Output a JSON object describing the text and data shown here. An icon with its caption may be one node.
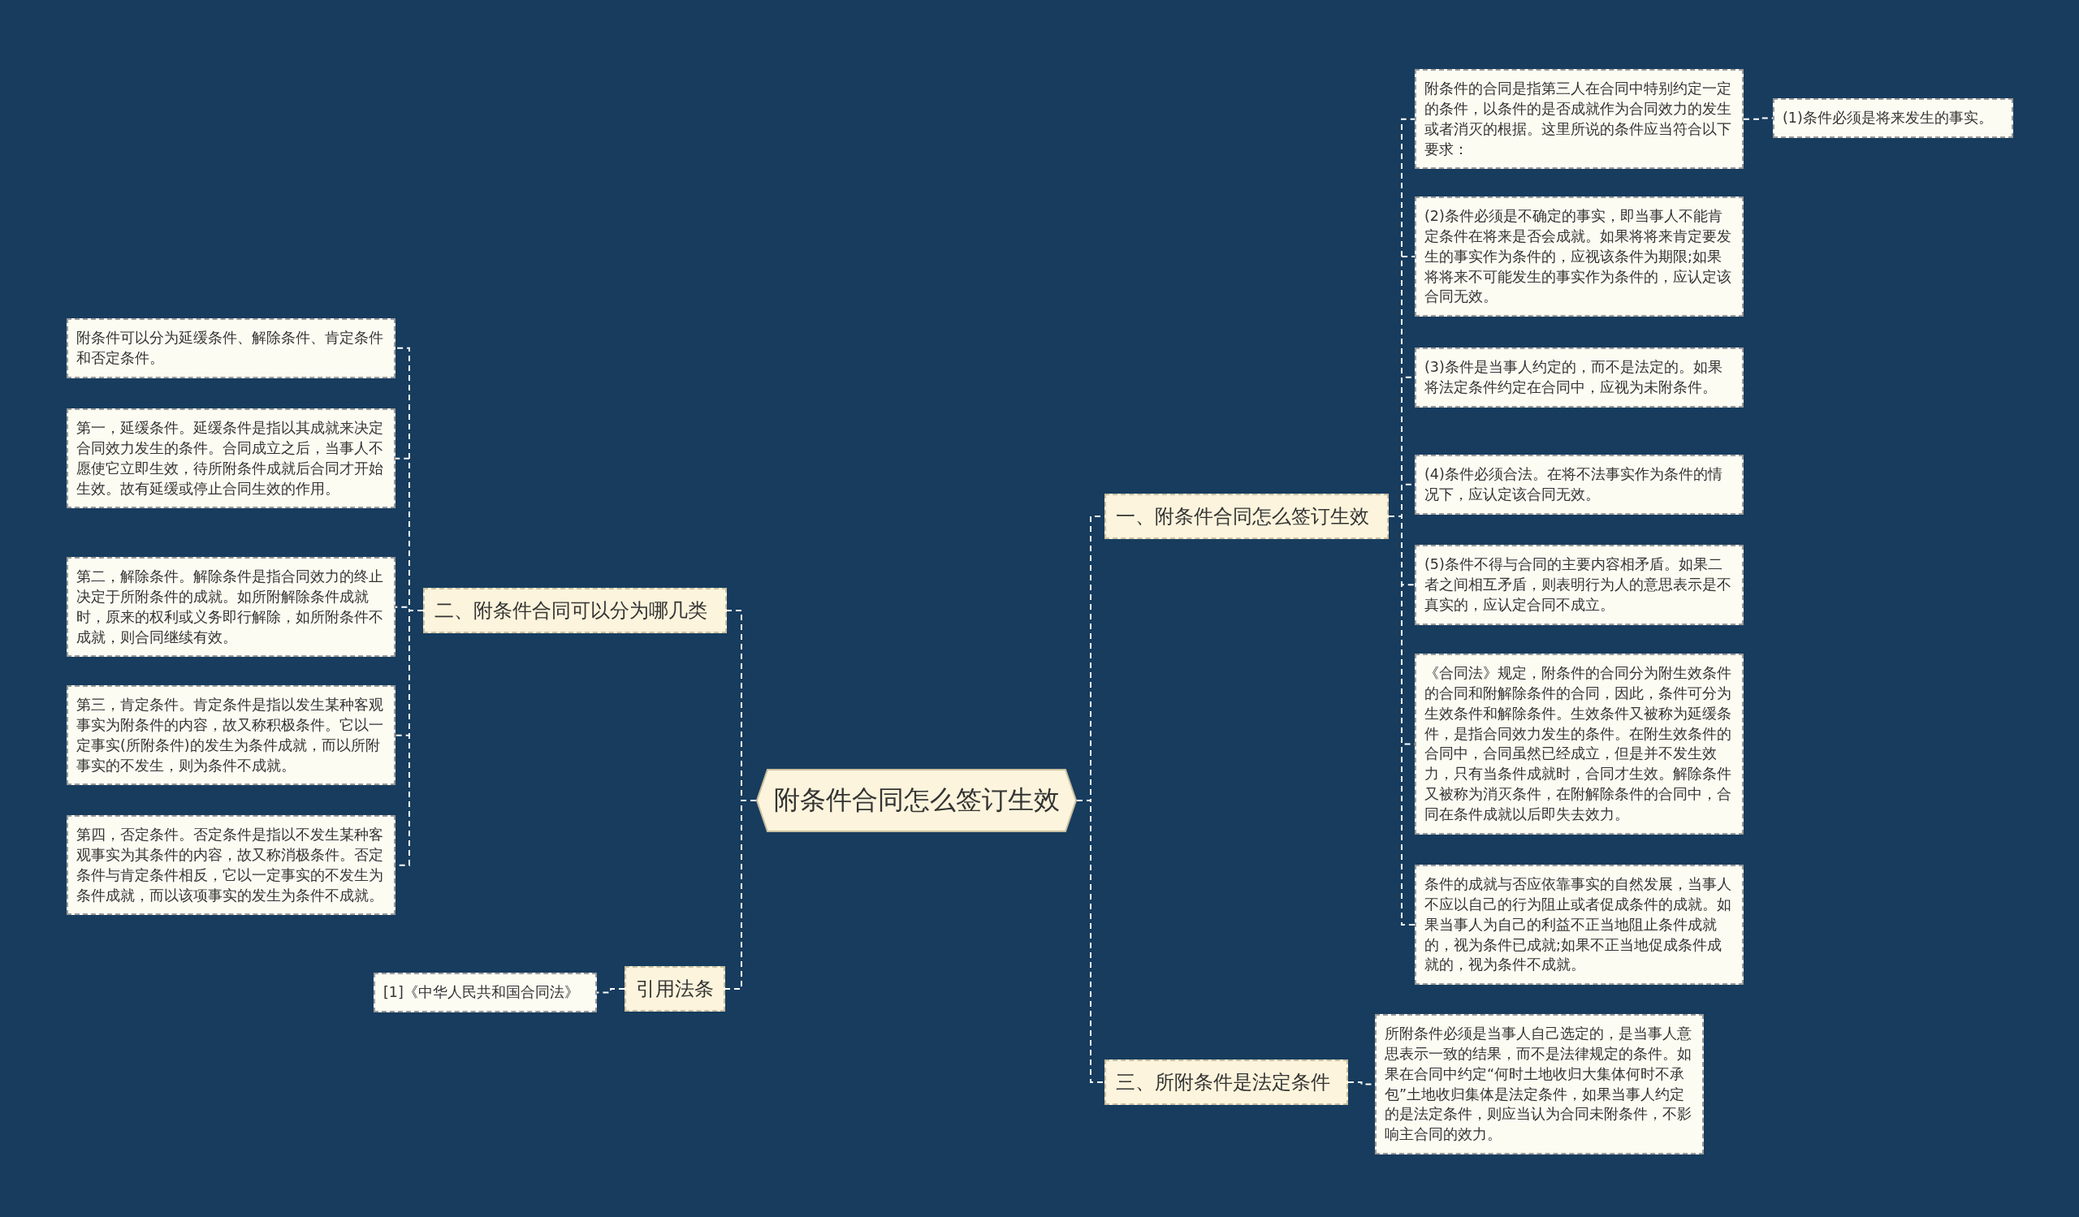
{
  "diagram": {
    "nodes": [
      {
        "text": [
          "附条件合同怎么签订生效"
        ]
      },
      {
        "text": [
          "一、附条件合同怎么签订生效"
        ]
      },
      {
        "text": [
          "附条件的合同是指第三人在合同中特别约定一定的条件，以条件的是否成就作为合同效力的发生或者消灭的根据。这里所说的条件应当符合以下要求："
        ]
      },
      {
        "text": [
          "(1)条件必须是将来发生的事实。"
        ]
      },
      {
        "text": [
          "(2)条件必须是不确定的事实，即当事人不能肯定条件在将来是否会成就。如果将将来肯定要发生的事实作为条件的，应视该条件为期限;如果将将来不可能发生的事实作为条件的，应认定该合同无效。"
        ]
      },
      {
        "text": [
          "(3)条件是当事人约定的，而不是法定的。如果将法定条件约定在合同中，应视为未附条件。"
        ]
      },
      {
        "text": [
          "(4)条件必须合法。在将不法事实作为条件的情况下，应认定该合同无效。"
        ]
      },
      {
        "text": [
          "(5)条件不得与合同的主要内容相矛盾。如果二者之间相互矛盾，则表明行为人的意思表示是不真实的，应认定合同不成立。"
        ]
      },
      {
        "text": [
          "《合同法》规定，附条件的合同分为附生效条件的合同和附解除条件的合同，因此，条件可分为生效条件和解除条件。生效条件又被称为延缓条件，是指合同效力发生的条件。在附生效条件的合同中，合同虽然已经成立，但是并不发生效力，只有当条件成就时，合同才生效。解除条件又被称为消灭条件，在附解除条件的合同中，合同在条件成就以后即失去效力。"
        ]
      },
      {
        "text": [
          "条件的成就与否应依靠事实的自然发展，当事人不应以自己的行为阻止或者促成条件的成就。如果当事人为自己的利益不正当地阻止条件成就的，视为条件已成就;如果不正当地促成条件成就的，视为条件不成就。"
        ]
      },
      {
        "text": [
          "三、所附条件是法定条件"
        ]
      },
      {
        "text": [
          "所附条件必须是当事人自己选定的，是当事人意思表示一致的结果，而不是法律规定的条件。如果在合同中约定“何时土地收归大集体何时不承包”土地收归集体是法定条件，如果当事人约定的是法定条件，则应当认为合同未附条件，不影响主合同的效力。"
        ]
      },
      {
        "text": [
          "二、附条件合同可以分为哪几类"
        ]
      },
      {
        "text": [
          "附条件可以分为延缓条件、解除条件、肯定条件和否定条件。"
        ]
      },
      {
        "text": [
          "第一，延缓条件。延缓条件是指以其成就来决定合同效力发生的条件。合同成立之后，当事人不愿使它立即生效，待所附条件成就后合同才开始生效。故有延缓或停止合同生效的作用。"
        ]
      },
      {
        "text": [
          "第二，解除条件。解除条件是指合同效力的终止决定于所附条件的成就。如所附解除条件成就时，原来的权利或义务即行解除，如所附条件不成就，则合同继续有效。"
        ]
      },
      {
        "text": [
          "第三，肯定条件。肯定条件是指以发生某种客观事实为附条件的内容，故又称积极条件。它以一定事实(所附条件)的发生为条件成就，而以所附事实的不发生，则为条件不成就。"
        ]
      },
      {
        "text": [
          "第四，否定条件。否定条件是指以不发生某种客观事实为其条件的内容，故又称消极条件。否定条件与肯定条件相反，它以一定事实的不发生为条件成就，而以该项事实的发生为条件不成就。"
        ]
      },
      {
        "text": [
          "引用法条"
        ]
      },
      {
        "text": [
          "[1]《中华人民共和国合同法》"
        ]
      }
    ],
    "edges": [
      {
        "from": 0,
        "to": 1,
        "arrow": "none"
      },
      {
        "from": 1,
        "to": 2,
        "arrow": "none"
      },
      {
        "from": 2,
        "to": 3,
        "arrow": "none"
      },
      {
        "from": 1,
        "to": 4,
        "arrow": "none"
      },
      {
        "from": 1,
        "to": 5,
        "arrow": "none"
      },
      {
        "from": 1,
        "to": 6,
        "arrow": "none"
      },
      {
        "from": 1,
        "to": 7,
        "arrow": "none"
      },
      {
        "from": 1,
        "to": 8,
        "arrow": "none"
      },
      {
        "from": 1,
        "to": 9,
        "arrow": "none"
      },
      {
        "from": 0,
        "to": 10,
        "arrow": "none"
      },
      {
        "from": 10,
        "to": 11,
        "arrow": "none"
      },
      {
        "from": 0,
        "to": 12,
        "arrow": "none"
      },
      {
        "from": 12,
        "to": 13,
        "arrow": "none"
      },
      {
        "from": 12,
        "to": 14,
        "arrow": "none"
      },
      {
        "from": 12,
        "to": 15,
        "arrow": "none"
      },
      {
        "from": 12,
        "to": 16,
        "arrow": "none"
      },
      {
        "from": 12,
        "to": 17,
        "arrow": "none"
      },
      {
        "from": 0,
        "to": 18,
        "arrow": "none"
      },
      {
        "from": 18,
        "to": 19,
        "arrow": "none"
      }
    ]
  }
}
